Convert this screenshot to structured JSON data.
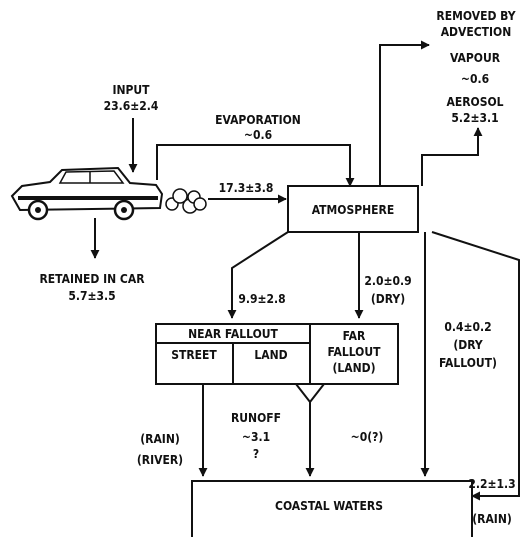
{
  "labels": {
    "input_title": "INPUT",
    "input_value": "23.6±2.4",
    "retained_title": "RETAINED IN CAR",
    "retained_value": "5.7±3.5",
    "evaporation_title": "EVAPORATION",
    "evaporation_value": "~0.6",
    "exhaust_value": "17.3±3.8",
    "atmosphere": "ATMOSPHERE",
    "removed_line1": "REMOVED BY",
    "removed_line2": "ADVECTION",
    "vapour_title": "VAPOUR",
    "vapour_value": "~0.6",
    "aerosol_title": "AEROSOL",
    "aerosol_value": "5.2±3.1",
    "near_fallout_value": "9.9±2.8",
    "dry_far_value": "2.0±0.9",
    "dry_far_tag": "(DRY)",
    "dry_right_value": "0.4±0.2",
    "dry_right_line1": "(DRY",
    "dry_right_line2": "FALLOUT)",
    "near_fallout_header": "NEAR FALLOUT",
    "street": "STREET",
    "land": "LAND",
    "far_line1": "FAR",
    "far_line2": "FALLOUT",
    "far_line3": "(LAND)",
    "runoff_title": "RUNOFF",
    "runoff_value": "~3.1",
    "runoff_q": "?",
    "approx_zero": "~0(?)",
    "rain_left": "(RAIN)",
    "river_left": "(RIVER)",
    "coastal": "COASTAL WATERS",
    "rain_value": "2.2±1.3",
    "rain_right": "(RAIN)"
  }
}
